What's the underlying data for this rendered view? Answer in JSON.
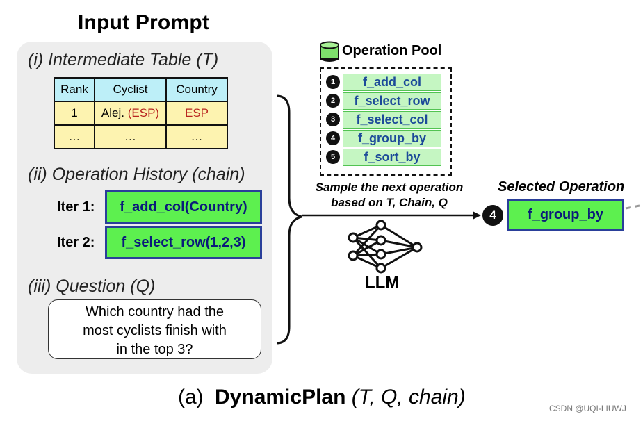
{
  "title": "Input Prompt",
  "sections": {
    "table_label": "(i) Intermediate Table (T)",
    "history_label": "(ii) Operation History (chain)",
    "question_label": "(iii) Question (Q)"
  },
  "table": {
    "headers": [
      "Rank",
      "Cyclist",
      "Country"
    ],
    "row1": {
      "rank": "1",
      "cyclist": "Alej.",
      "cyclist_tag": "(ESP)",
      "country": "ESP"
    },
    "row2": [
      "…",
      "…",
      "…"
    ]
  },
  "history": [
    {
      "label": "Iter 1:",
      "op": "f_add_col(Country)"
    },
    {
      "label": "Iter 2:",
      "op": "f_select_row(1,2,3)"
    }
  ],
  "question": [
    "Which country had the",
    "most cyclists finish with",
    "in the top 3?"
  ],
  "pool": {
    "title": "Operation Pool",
    "items": [
      {
        "num": "1",
        "label": "f_add_col"
      },
      {
        "num": "2",
        "label": "f_select_row"
      },
      {
        "num": "3",
        "label": "f_select_col"
      },
      {
        "num": "4",
        "label": "f_group_by"
      },
      {
        "num": "5",
        "label": "f_sort_by"
      }
    ]
  },
  "sample_text": [
    "Sample the next operation",
    "based on T, Chain, Q"
  ],
  "llm_label": "LLM",
  "selected": {
    "title": "Selected Operation",
    "num": "4",
    "op": "f_group_by"
  },
  "caption": {
    "prefix": "(a)",
    "name": "DynamicPlan",
    "args": "(T, Q, chain)"
  },
  "watermark": "CSDN @UQI-LIUWJ"
}
